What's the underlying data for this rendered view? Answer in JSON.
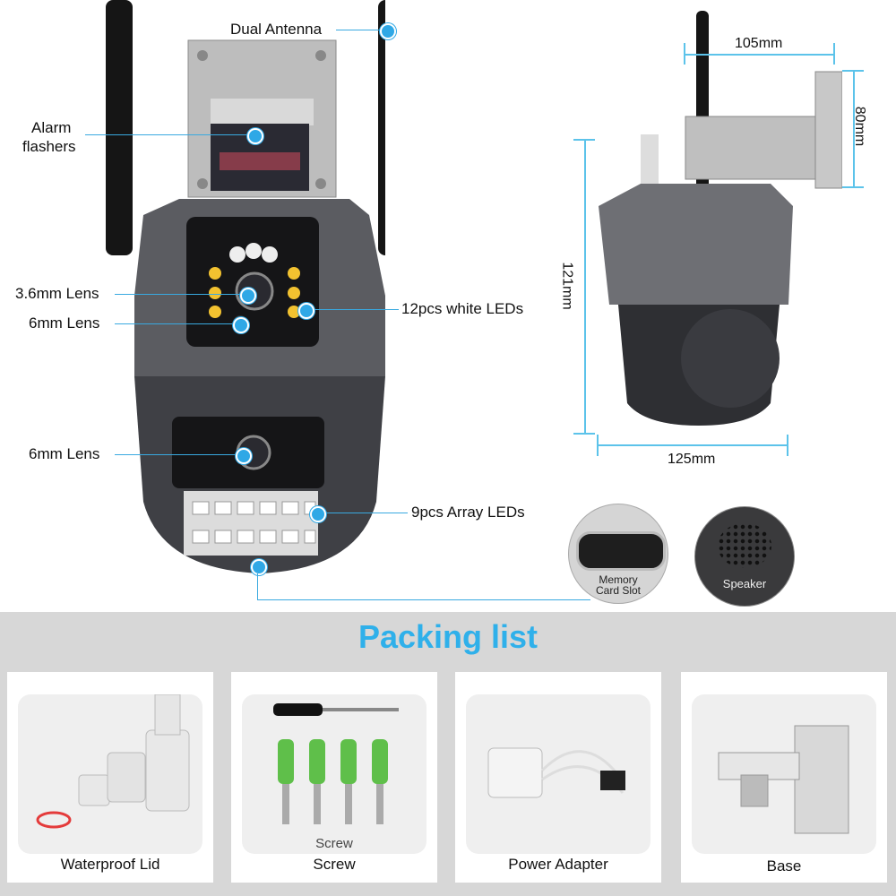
{
  "labels": {
    "dual_antenna": "Dual Antenna",
    "alarm_flashers_1": "Alarm",
    "alarm_flashers_2": "flashers",
    "lens_36": "3.6mm Lens",
    "lens_6_top": "6mm Lens",
    "white_leds": "12pcs white LEDs",
    "lens_6_bottom": "6mm Lens",
    "array_leds": "9pcs Array LEDs"
  },
  "dimensions": {
    "width_top": "105mm",
    "height_bracket": "80mm",
    "height_total": "121mm",
    "width_body": "125mm"
  },
  "details": {
    "memory_1": "Memory",
    "memory_2": "Card Slot",
    "speaker": "Speaker"
  },
  "packing": {
    "title": "Packing list",
    "items": [
      {
        "label": "Waterproof Lid"
      },
      {
        "label": "Screw",
        "sub": "Screw"
      },
      {
        "label": "Power Adapter"
      },
      {
        "label": "Base"
      }
    ]
  },
  "colors": {
    "accent": "#2fb0ea",
    "camera_body": "#5a5b5f",
    "background": "#d7d7d7"
  }
}
